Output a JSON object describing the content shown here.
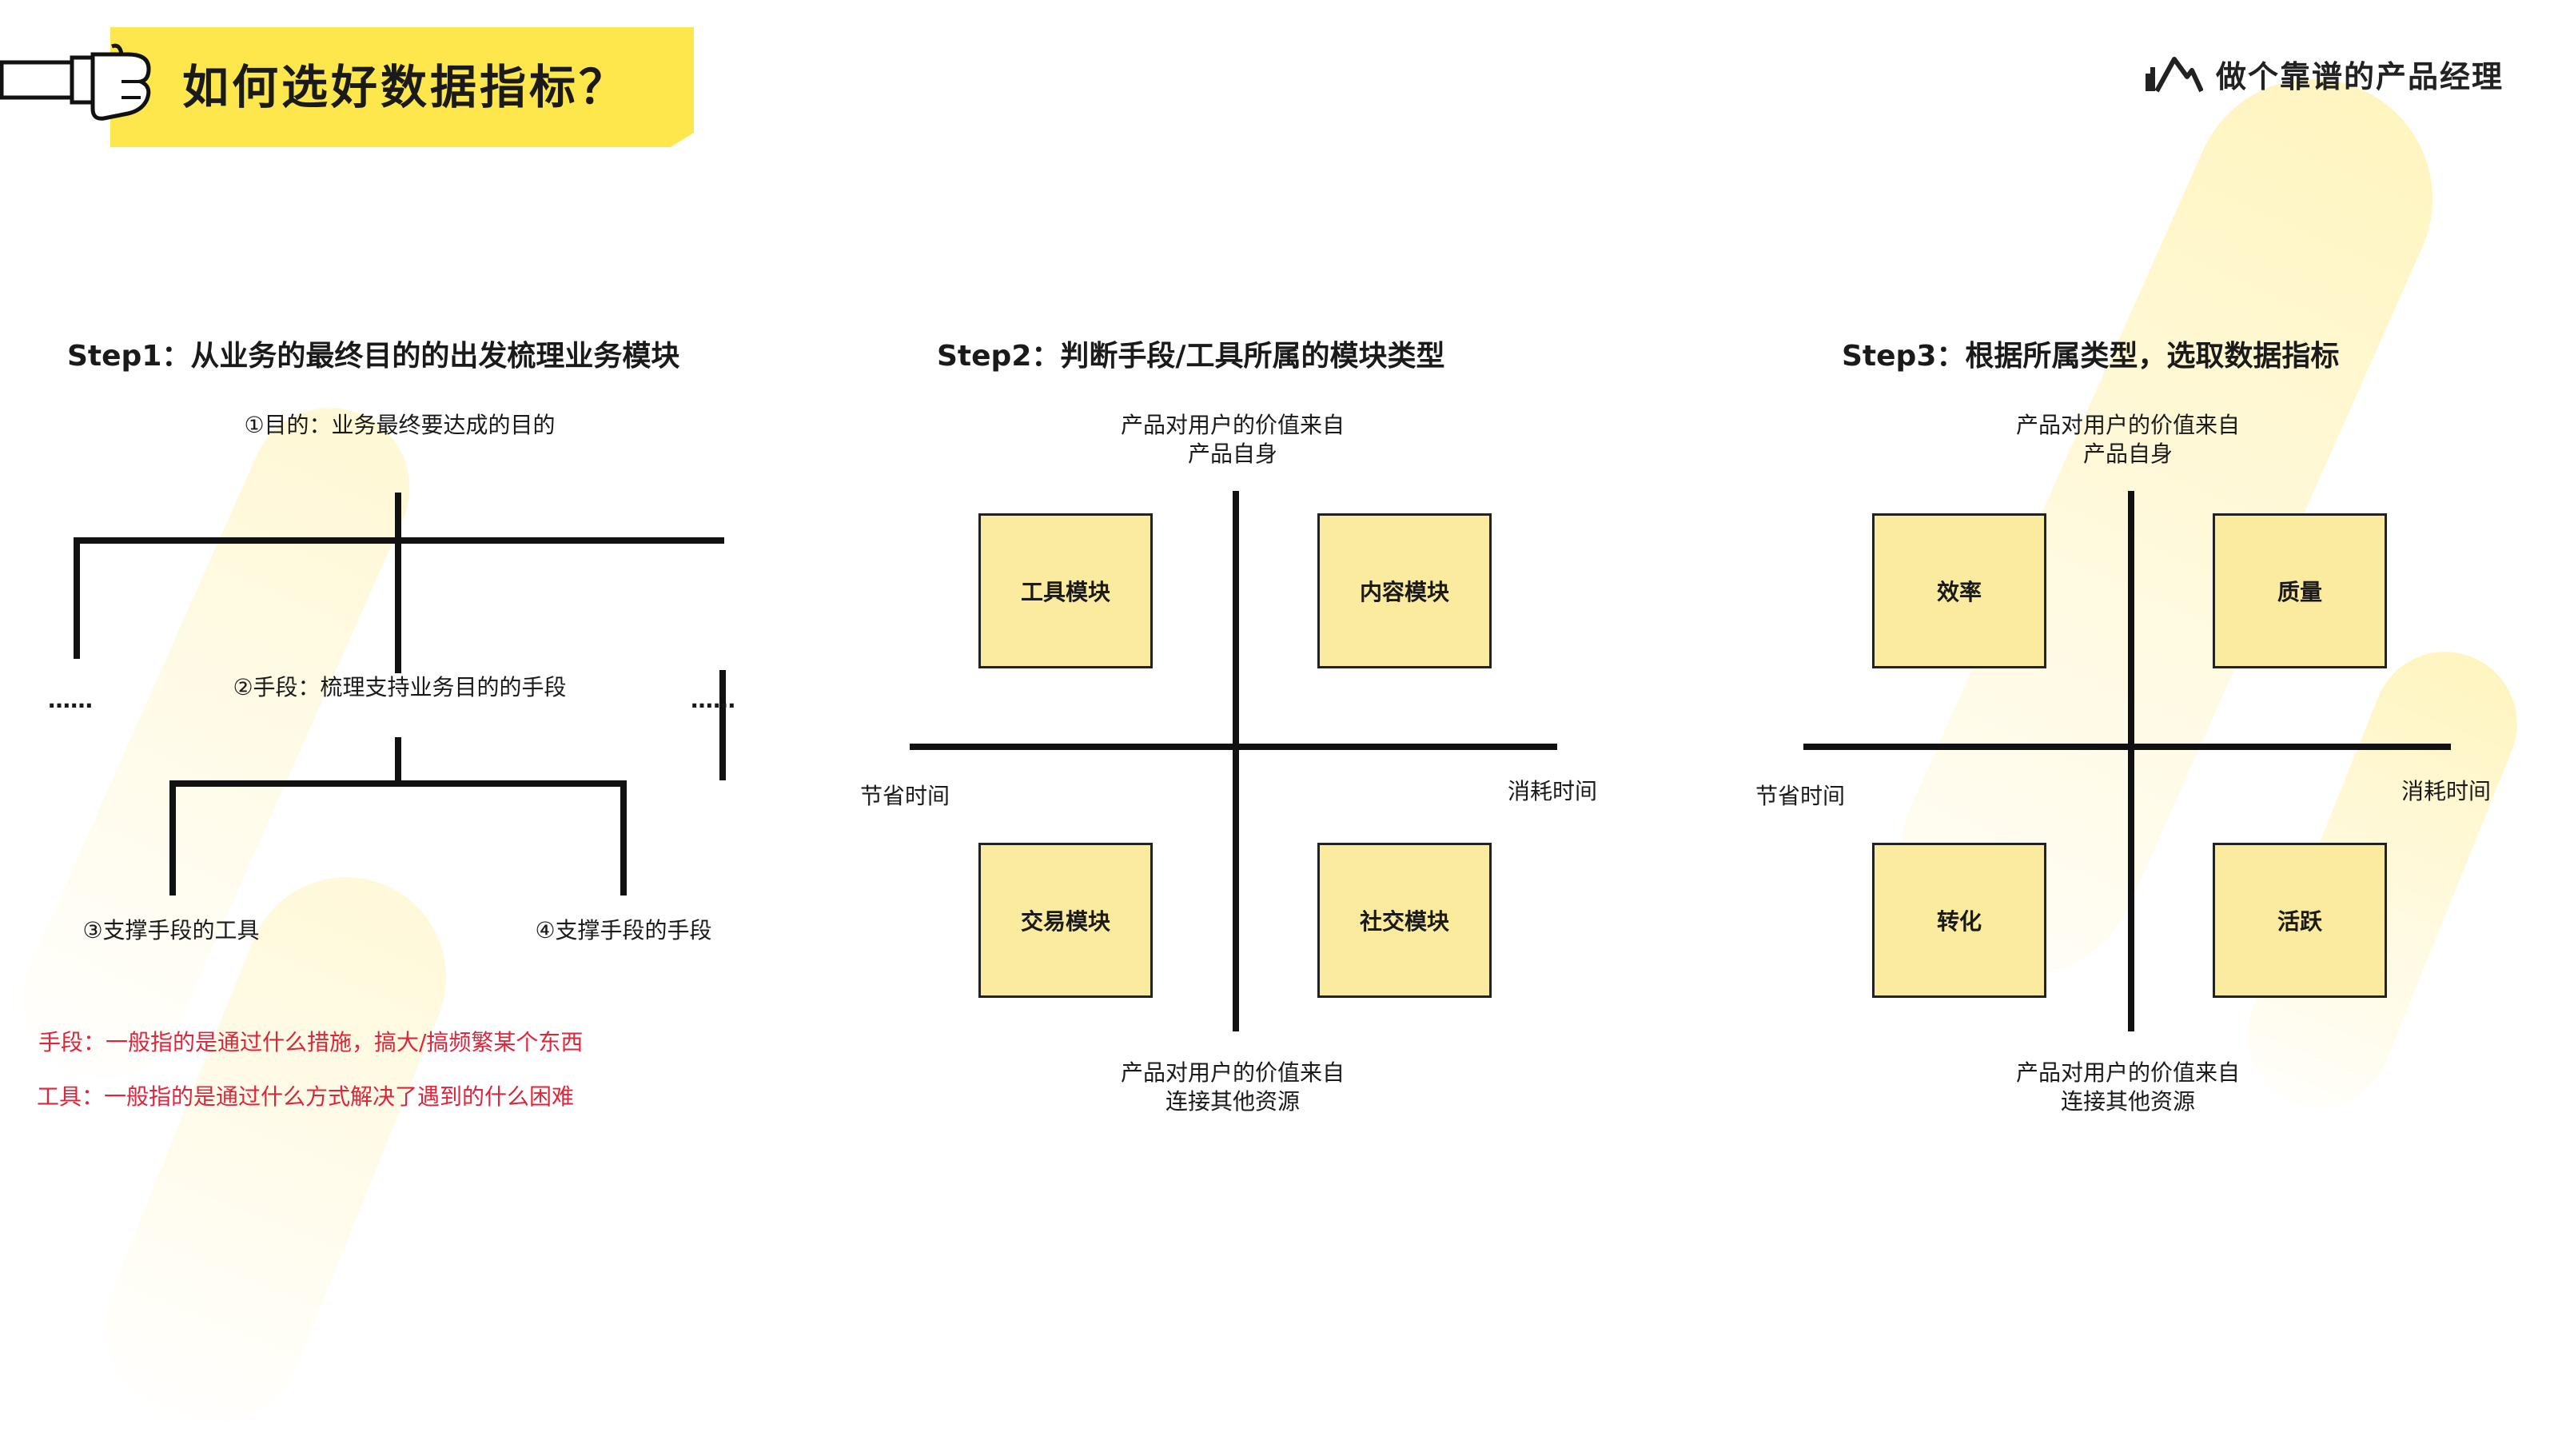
{
  "header": {
    "title": "如何选好数据指标？"
  },
  "brand": {
    "name": "做个靠谱的产品经理"
  },
  "step1": {
    "title": "Step1：从业务的最终目的的出发梳理业务模块",
    "goal": "①目的：业务最终要达成的目的",
    "means": "②手段：梳理支持业务目的的手段",
    "ellipsis_left": "……",
    "ellipsis_right": "……",
    "tool": "③支撑手段的工具",
    "means_support": "④支撑手段的手段",
    "note_means": "手段：一般指的是通过什么措施，搞大/搞频繁某个东西",
    "note_tool": "工具：一般指的是通过什么方式解决了遇到的什么困难"
  },
  "step2": {
    "title": "Step2：判断手段/工具所属的模块类型",
    "top_label": [
      "产品对用户的价值来自",
      "产品自身"
    ],
    "bottom_label": [
      "产品对用户的价值来自",
      "连接其他资源"
    ],
    "left_label": "节省时间",
    "right_label": "消耗时间",
    "cards": {
      "top_left": "工具模块",
      "top_right": "内容模块",
      "bottom_left": "交易模块",
      "bottom_right": "社交模块"
    }
  },
  "step3": {
    "title": "Step3：根据所属类型，选取数据指标",
    "top_label": [
      "产品对用户的价值来自",
      "产品自身"
    ],
    "bottom_label": [
      "产品对用户的价值来自",
      "连接其他资源"
    ],
    "left_label": "节省时间",
    "right_label": "消耗时间",
    "cards": {
      "top_left": "效率",
      "top_right": "质量",
      "bottom_left": "转化",
      "bottom_right": "活跃"
    }
  },
  "colors": {
    "accent_yellow": "#fde74c",
    "card_fill": "#fbeb9f",
    "note_red": "#e0243a"
  }
}
